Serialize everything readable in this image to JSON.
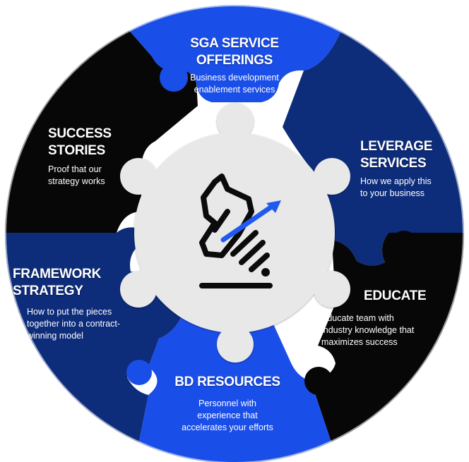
{
  "segments": {
    "sga_service_offerings": {
      "title_lines": [
        "SGA SERVICE",
        "OFFERINGS"
      ],
      "desc_lines": [
        "Business development",
        "enablement services"
      ]
    },
    "leverage_services": {
      "title_lines": [
        "LEVERAGE",
        "SERVICES"
      ],
      "desc_lines": [
        "How we apply this",
        "to your business"
      ]
    },
    "educate": {
      "title_lines": [
        "EDUCATE"
      ],
      "desc_lines": [
        "Educate team with",
        "industry knowledge that",
        "maximizes success"
      ]
    },
    "bd_resources": {
      "title_lines": [
        "BD RESOURCES"
      ],
      "desc_lines": [
        "Personnel with",
        "experience that",
        "accelerates your efforts"
      ]
    },
    "framework_strategy": {
      "title_lines": [
        "FRAMEWORK",
        "STRATEGY"
      ],
      "desc_lines": [
        "How to put the pieces",
        "together into a contract-",
        "winning model"
      ]
    },
    "success_stories": {
      "title_lines": [
        "SUCCESS",
        "STORIES"
      ],
      "desc_lines": [
        "Proof that our",
        "strategy works"
      ]
    }
  },
  "colors": {
    "bright_blue": "#1a4ee8",
    "navy": "#0d2c7a",
    "black": "#070707",
    "hub": "#e8e8e8",
    "logo_ink": "#0b0b0b",
    "logo_accent": "#1f5bf0"
  },
  "center_logo_icon": "chess-knight-growth-arrow-icon"
}
